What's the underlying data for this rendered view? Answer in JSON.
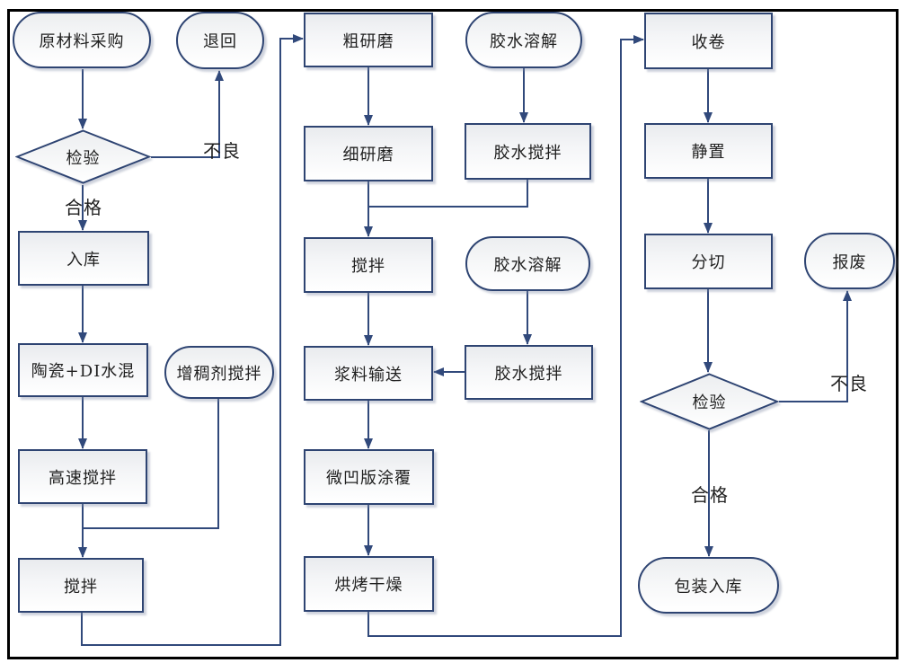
{
  "diagram": {
    "kind": "process-flowchart",
    "line_color": "#31497b",
    "shape_border_color": "#2e4472",
    "frame_color": "#000000",
    "text_color": "#1f1f1f"
  },
  "nodes": [
    {
      "id": "raw-material-purchase",
      "type": "terminator",
      "label": "原材料采购"
    },
    {
      "id": "return",
      "type": "terminator",
      "label": "退回"
    },
    {
      "id": "inspection-1",
      "type": "decision",
      "label": "检验"
    },
    {
      "id": "warehouse-in",
      "type": "process",
      "label": "入库"
    },
    {
      "id": "ceramic-di-water-mix",
      "type": "process",
      "label": "陶瓷+DI水混"
    },
    {
      "id": "thickener-stir",
      "type": "terminator",
      "label": "增稠剂搅拌"
    },
    {
      "id": "high-speed-stir",
      "type": "process",
      "label": "高速搅拌"
    },
    {
      "id": "stir-left",
      "type": "process",
      "label": "搅拌"
    },
    {
      "id": "coarse-grinding",
      "type": "process",
      "label": "粗研磨"
    },
    {
      "id": "glue-dissolve-1",
      "type": "terminator",
      "label": "胶水溶解"
    },
    {
      "id": "fine-grinding",
      "type": "process",
      "label": "细研磨"
    },
    {
      "id": "glue-stir-1",
      "type": "process",
      "label": "胶水搅拌"
    },
    {
      "id": "stir-mid",
      "type": "process",
      "label": "搅拌"
    },
    {
      "id": "glue-dissolve-2",
      "type": "terminator",
      "label": "胶水溶解"
    },
    {
      "id": "slurry-transfer",
      "type": "process",
      "label": "浆料输送"
    },
    {
      "id": "glue-stir-2",
      "type": "process",
      "label": "胶水搅拌"
    },
    {
      "id": "micro-gravure-coating",
      "type": "process",
      "label": "微凹版涂覆"
    },
    {
      "id": "bake-drying",
      "type": "process",
      "label": "烘烤干燥"
    },
    {
      "id": "winding",
      "type": "process",
      "label": "收卷"
    },
    {
      "id": "rest",
      "type": "process",
      "label": "静置"
    },
    {
      "id": "slitting",
      "type": "process",
      "label": "分切"
    },
    {
      "id": "scrap",
      "type": "terminator",
      "label": "报废"
    },
    {
      "id": "inspection-2",
      "type": "decision",
      "label": "检验"
    },
    {
      "id": "packing-warehouse",
      "type": "terminator",
      "label": "包装入库"
    }
  ],
  "edge_labels": [
    {
      "id": "reject-1",
      "text": "不良"
    },
    {
      "id": "pass-1",
      "text": "合格"
    },
    {
      "id": "reject-2",
      "text": "不良"
    },
    {
      "id": "pass-2",
      "text": "合格"
    }
  ]
}
